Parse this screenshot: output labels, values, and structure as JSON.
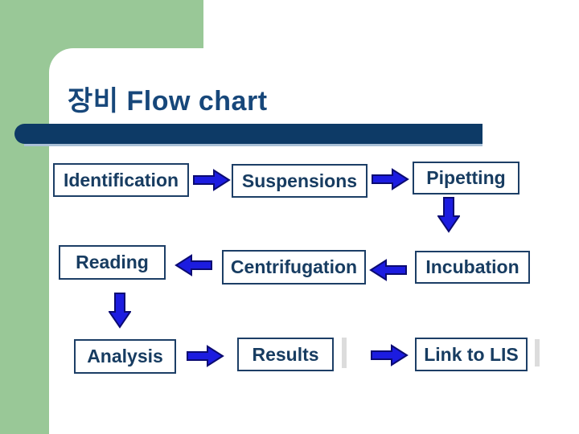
{
  "slide": {
    "title": "장비 Flow chart",
    "colors": {
      "green": "#99C897",
      "bar_navy": "#0D3A66",
      "title_navy": "#17477A",
      "box_border": "#1C3E66",
      "box_text": "#173C61",
      "arrow_fill": "#1C1CE0",
      "arrow_stroke": "#0B0B72",
      "bar_underline": "#A9C0D6",
      "artifact_gray": "#DCDCDC"
    },
    "flow": {
      "nodes": [
        {
          "id": "identification",
          "label": "Identification"
        },
        {
          "id": "suspensions",
          "label": "Suspensions"
        },
        {
          "id": "pipetting",
          "label": "Pipetting"
        },
        {
          "id": "reading",
          "label": "Reading"
        },
        {
          "id": "centrifugation",
          "label": "Centrifugation"
        },
        {
          "id": "incubation",
          "label": "Incubation"
        },
        {
          "id": "analysis",
          "label": "Analysis"
        },
        {
          "id": "results",
          "label": "Results"
        },
        {
          "id": "link_to_lis",
          "label": "Link to LIS"
        }
      ],
      "arrows": [
        {
          "from": "identification",
          "to": "suspensions",
          "direction": "right"
        },
        {
          "from": "suspensions",
          "to": "pipetting",
          "direction": "right"
        },
        {
          "from": "pipetting",
          "to": "incubation",
          "direction": "down"
        },
        {
          "from": "incubation",
          "to": "centrifugation",
          "direction": "left"
        },
        {
          "from": "centrifugation",
          "to": "reading",
          "direction": "left"
        },
        {
          "from": "reading",
          "to": "analysis",
          "direction": "down"
        },
        {
          "from": "analysis",
          "to": "results",
          "direction": "right"
        },
        {
          "from": "results",
          "to": "link_to_lis",
          "direction": "right"
        }
      ]
    }
  }
}
